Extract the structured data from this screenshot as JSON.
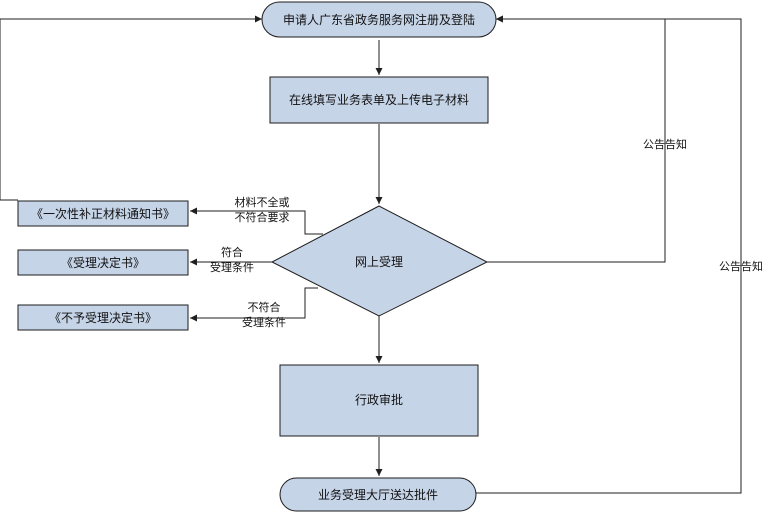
{
  "colors": {
    "node_fill": "#c6d4e8",
    "stroke": "#1f1f1f",
    "text": "#111111",
    "background": "#ffffff"
  },
  "nodes": {
    "register": "申请人广东省政务服务网注册及登陆",
    "fill_form": "在线填写业务表单及上传电子材料",
    "online_accept": "网上受理",
    "approval": "行政审批",
    "delivery": "业务受理大厅送达批件",
    "notice_correction": "《一次性补正材料通知书》",
    "notice_accept": "《受理决定书》",
    "notice_reject": "《不予受理决定书》"
  },
  "edges": {
    "incomplete_line1": "材料不全或",
    "incomplete_line2": "不符合要求",
    "eligible_line1": "符合",
    "eligible_line2": "受理条件",
    "ineligible_line1": "不符合",
    "ineligible_line2": "受理条件",
    "public_notice_inner": "公告告知",
    "public_notice_outer": "公告告知"
  }
}
